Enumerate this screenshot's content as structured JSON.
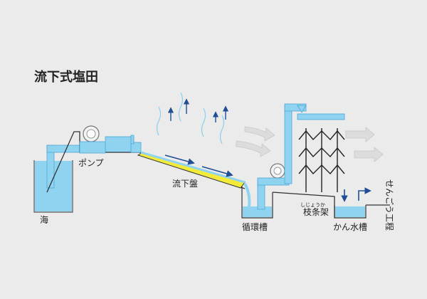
{
  "title": "流下式塩田",
  "labels": {
    "sea": "海",
    "pump": "ポンプ",
    "flow_board": "流下盤",
    "circulation_tank": "循環槽",
    "branch_rack": "枝条架",
    "branch_rack_ruby": "しじょうか",
    "brine_tank": "かん水槽",
    "boiling_process": "せんごう工程"
  },
  "colors": {
    "water": "#8fd3f0",
    "water_stroke": "#4da8d6",
    "dark_blue": "#1f4e96",
    "flow_board_fill": "#f3ea3c",
    "wind_arrow": "#dcdcdc",
    "steam": "#8fd3f0",
    "ground_line": "#333333"
  }
}
